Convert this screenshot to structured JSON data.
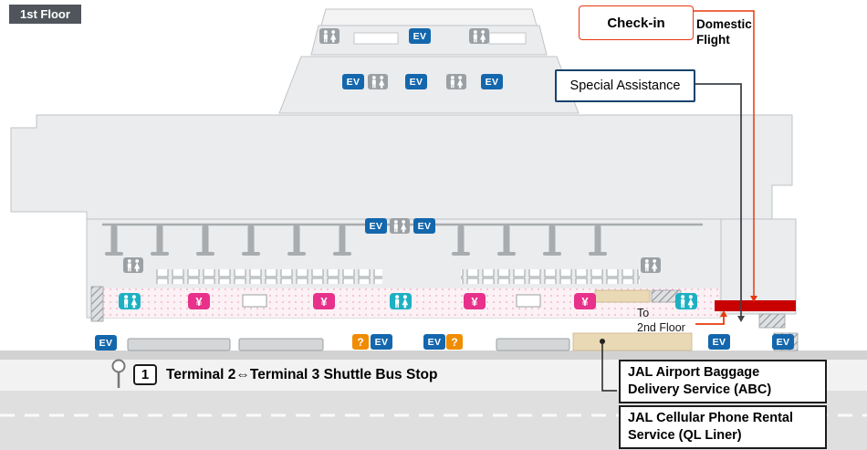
{
  "floor_badge": {
    "label": "1st Floor"
  },
  "annotations": {
    "checkin": {
      "label": "Check-in"
    },
    "domestic_flight": {
      "line1": "Domestic",
      "line2": "Flight"
    },
    "special_assistance": {
      "label": "Special Assistance"
    },
    "to_2nd_floor": {
      "line1": "To",
      "line2": "2nd Floor"
    }
  },
  "bus_stop": {
    "number": "1",
    "label": "Terminal 2⇔Terminal 3 Shuttle Bus Stop"
  },
  "service_boxes": {
    "baggage": {
      "line1": "JAL Airport Baggage",
      "line2": "Delivery Service (ABC)"
    },
    "phone_rental": {
      "line1": "JAL Cellular Phone Rental",
      "line2": "Service (QL Liner)"
    }
  },
  "icons": {
    "elevator": "EV",
    "currency_exchange": "¥",
    "information": "?",
    "restroom": "restroom-icon",
    "bus_stop_sign": "bus-stop-pole-icon"
  },
  "colors": {
    "checkin_accent": "#e8380d",
    "special_assistance_accent": "#16426e",
    "elevator_blue": "#1467ad",
    "restroom_gray": "#9aa0a4",
    "restroom_teal": "#1db0c3",
    "currency_pink": "#e7318a",
    "information_orange": "#f08c00",
    "checkin_counter_red": "#c80000"
  }
}
